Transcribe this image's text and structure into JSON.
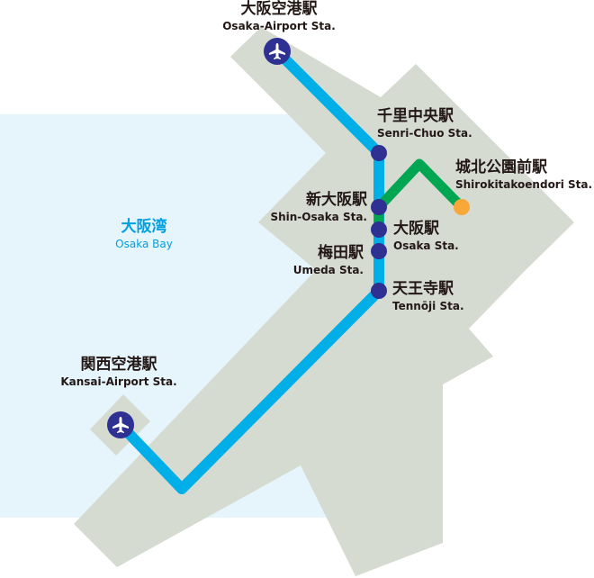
{
  "colors": {
    "sea": "#e6f4fc",
    "land": "#d5dbd0",
    "line_blue": "#00aee8",
    "line_green": "#00a651",
    "station": "#2e3192",
    "terminal": "#f7a839",
    "text": "#231815",
    "bay_text": "#00a0e0"
  },
  "bay": {
    "jp": "大阪湾",
    "en": "Osaka Bay"
  },
  "stations": [
    {
      "jp": "大阪空港駅",
      "en": "Osaka-Airport Sta.",
      "icon": "airplane-icon"
    },
    {
      "jp": "千里中央駅",
      "en": "Senri-Chuo Sta."
    },
    {
      "jp": "城北公園前駅",
      "en": "Shirokitakoendori Sta."
    },
    {
      "jp": "新大阪駅",
      "en": "Shin-Osaka Sta."
    },
    {
      "jp": "大阪駅",
      "en": "Osaka Sta."
    },
    {
      "jp": "梅田駅",
      "en": "Umeda Sta."
    },
    {
      "jp": "天王寺駅",
      "en": "Tennōji Sta."
    },
    {
      "jp": "関西空港駅",
      "en": "Kansai-Airport Sta.",
      "icon": "airplane-icon"
    }
  ]
}
